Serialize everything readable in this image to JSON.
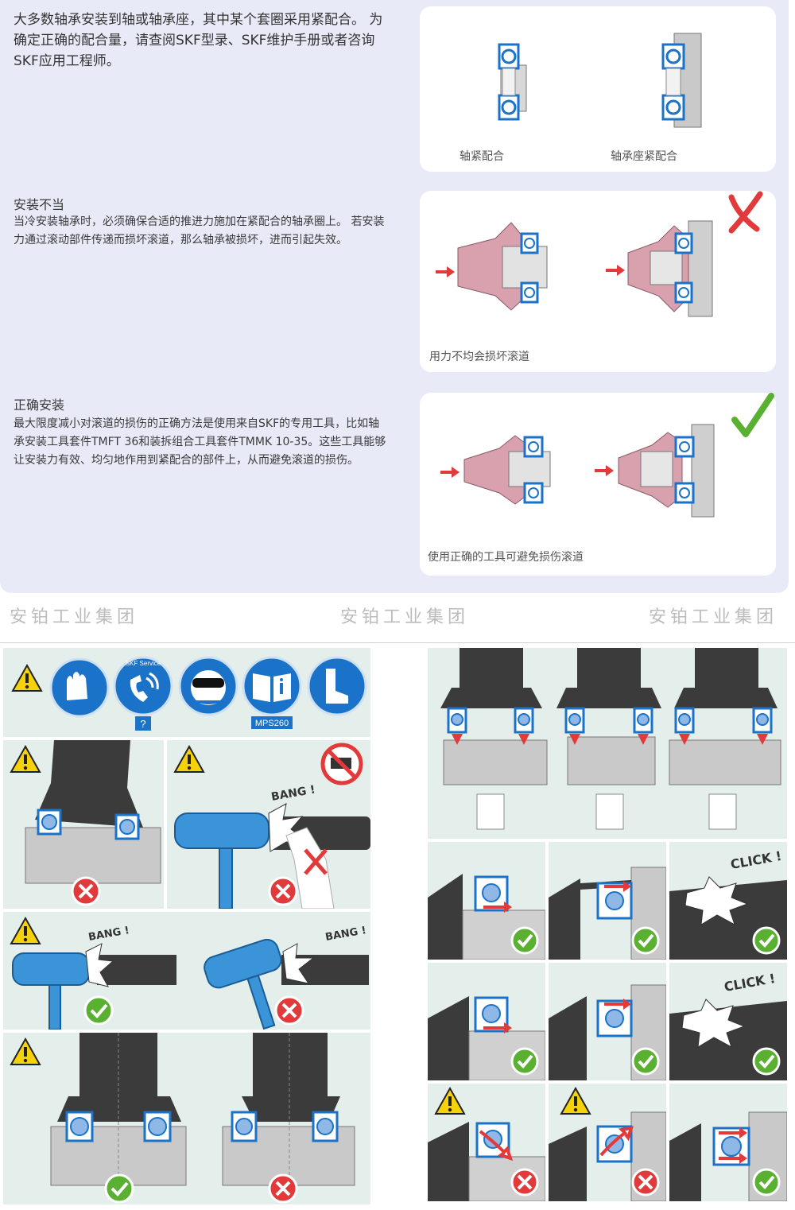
{
  "intro": {
    "text": "大多数轴承安装到轴或轴承座，其中某个套圈采用紧配合。 为确定正确的配合量，请查阅SKF型录、SKF维护手册或者咨询SKF应用工程师。"
  },
  "fit_card": {
    "shaft_fit_label": "轴紧配合",
    "housing_fit_label": "轴承座紧配合"
  },
  "improper": {
    "title": "安装不当",
    "text": "当冷安装轴承时，必须确保合适的推进力施加在紧配合的轴承圈上。 若安装力通过滚动部件传递而损坏滚道，那么轴承被损坏，进而引起失效。",
    "caption": "用力不均会损坏滚道",
    "verdict": "wrong"
  },
  "proper": {
    "title": "正确安装",
    "text": "最大限度减小对滚道的损伤的正确方法是使用来自SKF的专用工具，比如轴承安装工具套件TMFT 36和装拆组合工具套件TMMK 10-35。这些工具能够让安装力有效、均匀地作用到紧配合的部件上，从而避免滚道的损伤。",
    "caption": "使用正确的工具可避免损伤滚道",
    "verdict": "correct"
  },
  "watermark": {
    "left": "安铂工业集团",
    "center": "安铂工业集团",
    "right": "安铂工业集团"
  },
  "safety": {
    "icons": [
      "warning-icon",
      "gloves-icon",
      "skf-service-phone-icon",
      "goggles-icon",
      "manual-icon",
      "boots-icon"
    ],
    "skf_service": "SKF Service",
    "help_tag": "?",
    "manual_tag": "MPS260"
  },
  "sound": {
    "bang": "BANG !",
    "click": "CLICK !"
  },
  "colors": {
    "accent_blue": "#1a73c8",
    "ok_green": "#5ab031",
    "error_red": "#e23a3a",
    "panel_bg": "#e4efec",
    "page_bg": "#e8ebf7"
  }
}
